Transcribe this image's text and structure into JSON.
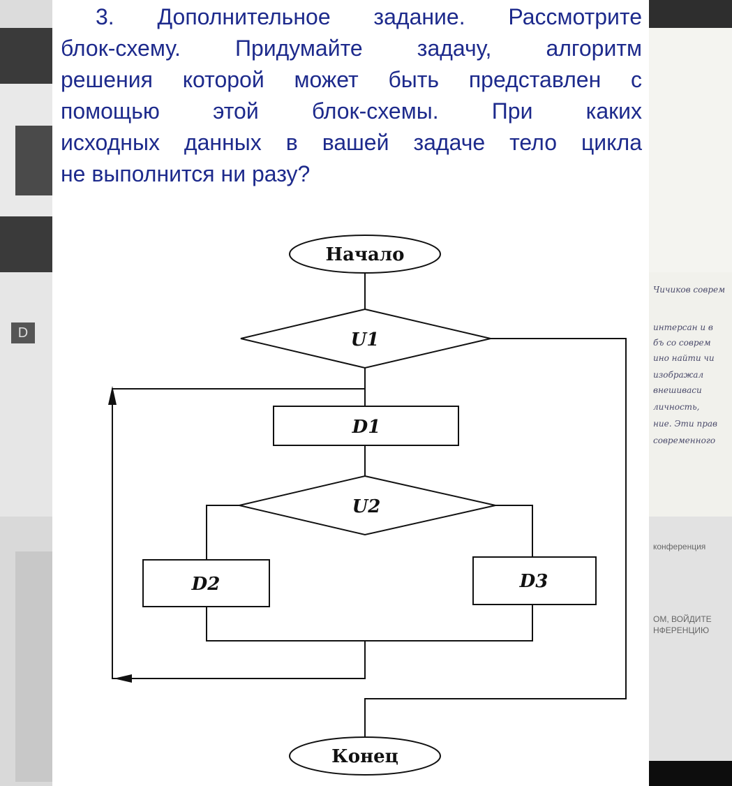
{
  "task": {
    "lines": [
      "3. Дополнительное задание. Рассмотрите",
      "блок-схему. Придумайте задачу, алгоритм",
      "решения которой может быть представлен с",
      "помощью этой блок-схемы. При каких",
      "исходных данных в вашей задаче тело цикла",
      "не выполнится ни разу?"
    ]
  },
  "flowchart": {
    "start": "Начало",
    "cond1": "U1",
    "action1": "D1",
    "cond2": "U2",
    "action2": "D2",
    "action3": "D3",
    "end": "Конец"
  },
  "background": {
    "badge": "D",
    "notes": [
      "Чичиков соврем",
      "интерсан и в",
      "бъ со соврем",
      "ино найти чи",
      "изображал",
      "внешиваси",
      "личность,",
      "ние. Эти прав",
      "современного"
    ],
    "conference": "конференция",
    "join_line1": "ОМ, ВОЙДИТЕ",
    "join_line2": "НФЕРЕНЦИЮ"
  },
  "colors": {
    "text": "#1d2a8c",
    "lines": "#111111"
  }
}
